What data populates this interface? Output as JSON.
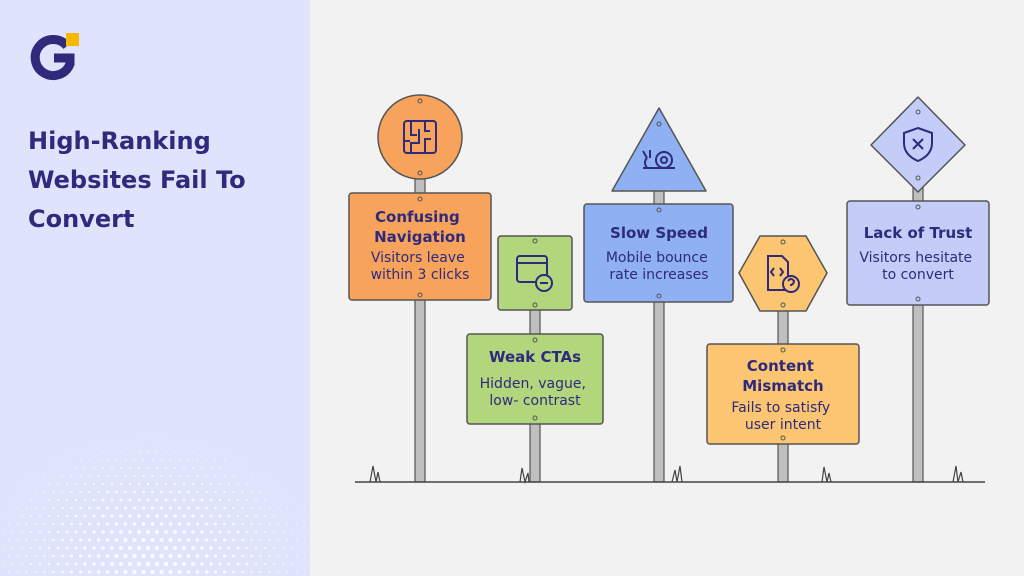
{
  "headline": [
    "High-Ranking",
    "Websites Fail To",
    "Convert"
  ],
  "colors": {
    "panel": "#dfe3fb",
    "ink": "#2e2a7c",
    "orange": "#f7a35c",
    "green": "#b2d67c",
    "blue": "#8fb0f2",
    "lavender": "#c3cdf7",
    "amber": "#fbc571",
    "logo_yellow": "#f5b800"
  },
  "signs": [
    {
      "id": "navigation",
      "title": [
        "Confusing",
        "Navigation"
      ],
      "desc": [
        "Visitors leave",
        "within 3 clicks"
      ],
      "icon": "maze-icon"
    },
    {
      "id": "cta",
      "title": [
        "Weak CTAs"
      ],
      "desc": [
        "Hidden, vague,",
        "low- contrast"
      ],
      "icon": "browser-minus-icon"
    },
    {
      "id": "speed",
      "title": [
        "Slow Speed"
      ],
      "desc": [
        "Mobile bounce",
        "rate increases"
      ],
      "icon": "snail-icon"
    },
    {
      "id": "content",
      "title": [
        "Content",
        "Mismatch"
      ],
      "desc": [
        "Fails to satisfy",
        "user intent"
      ],
      "icon": "code-question-icon"
    },
    {
      "id": "trust",
      "title": [
        "Lack of Trust"
      ],
      "desc": [
        "Visitors hesitate",
        "to convert"
      ],
      "icon": "shield-x-icon"
    }
  ]
}
